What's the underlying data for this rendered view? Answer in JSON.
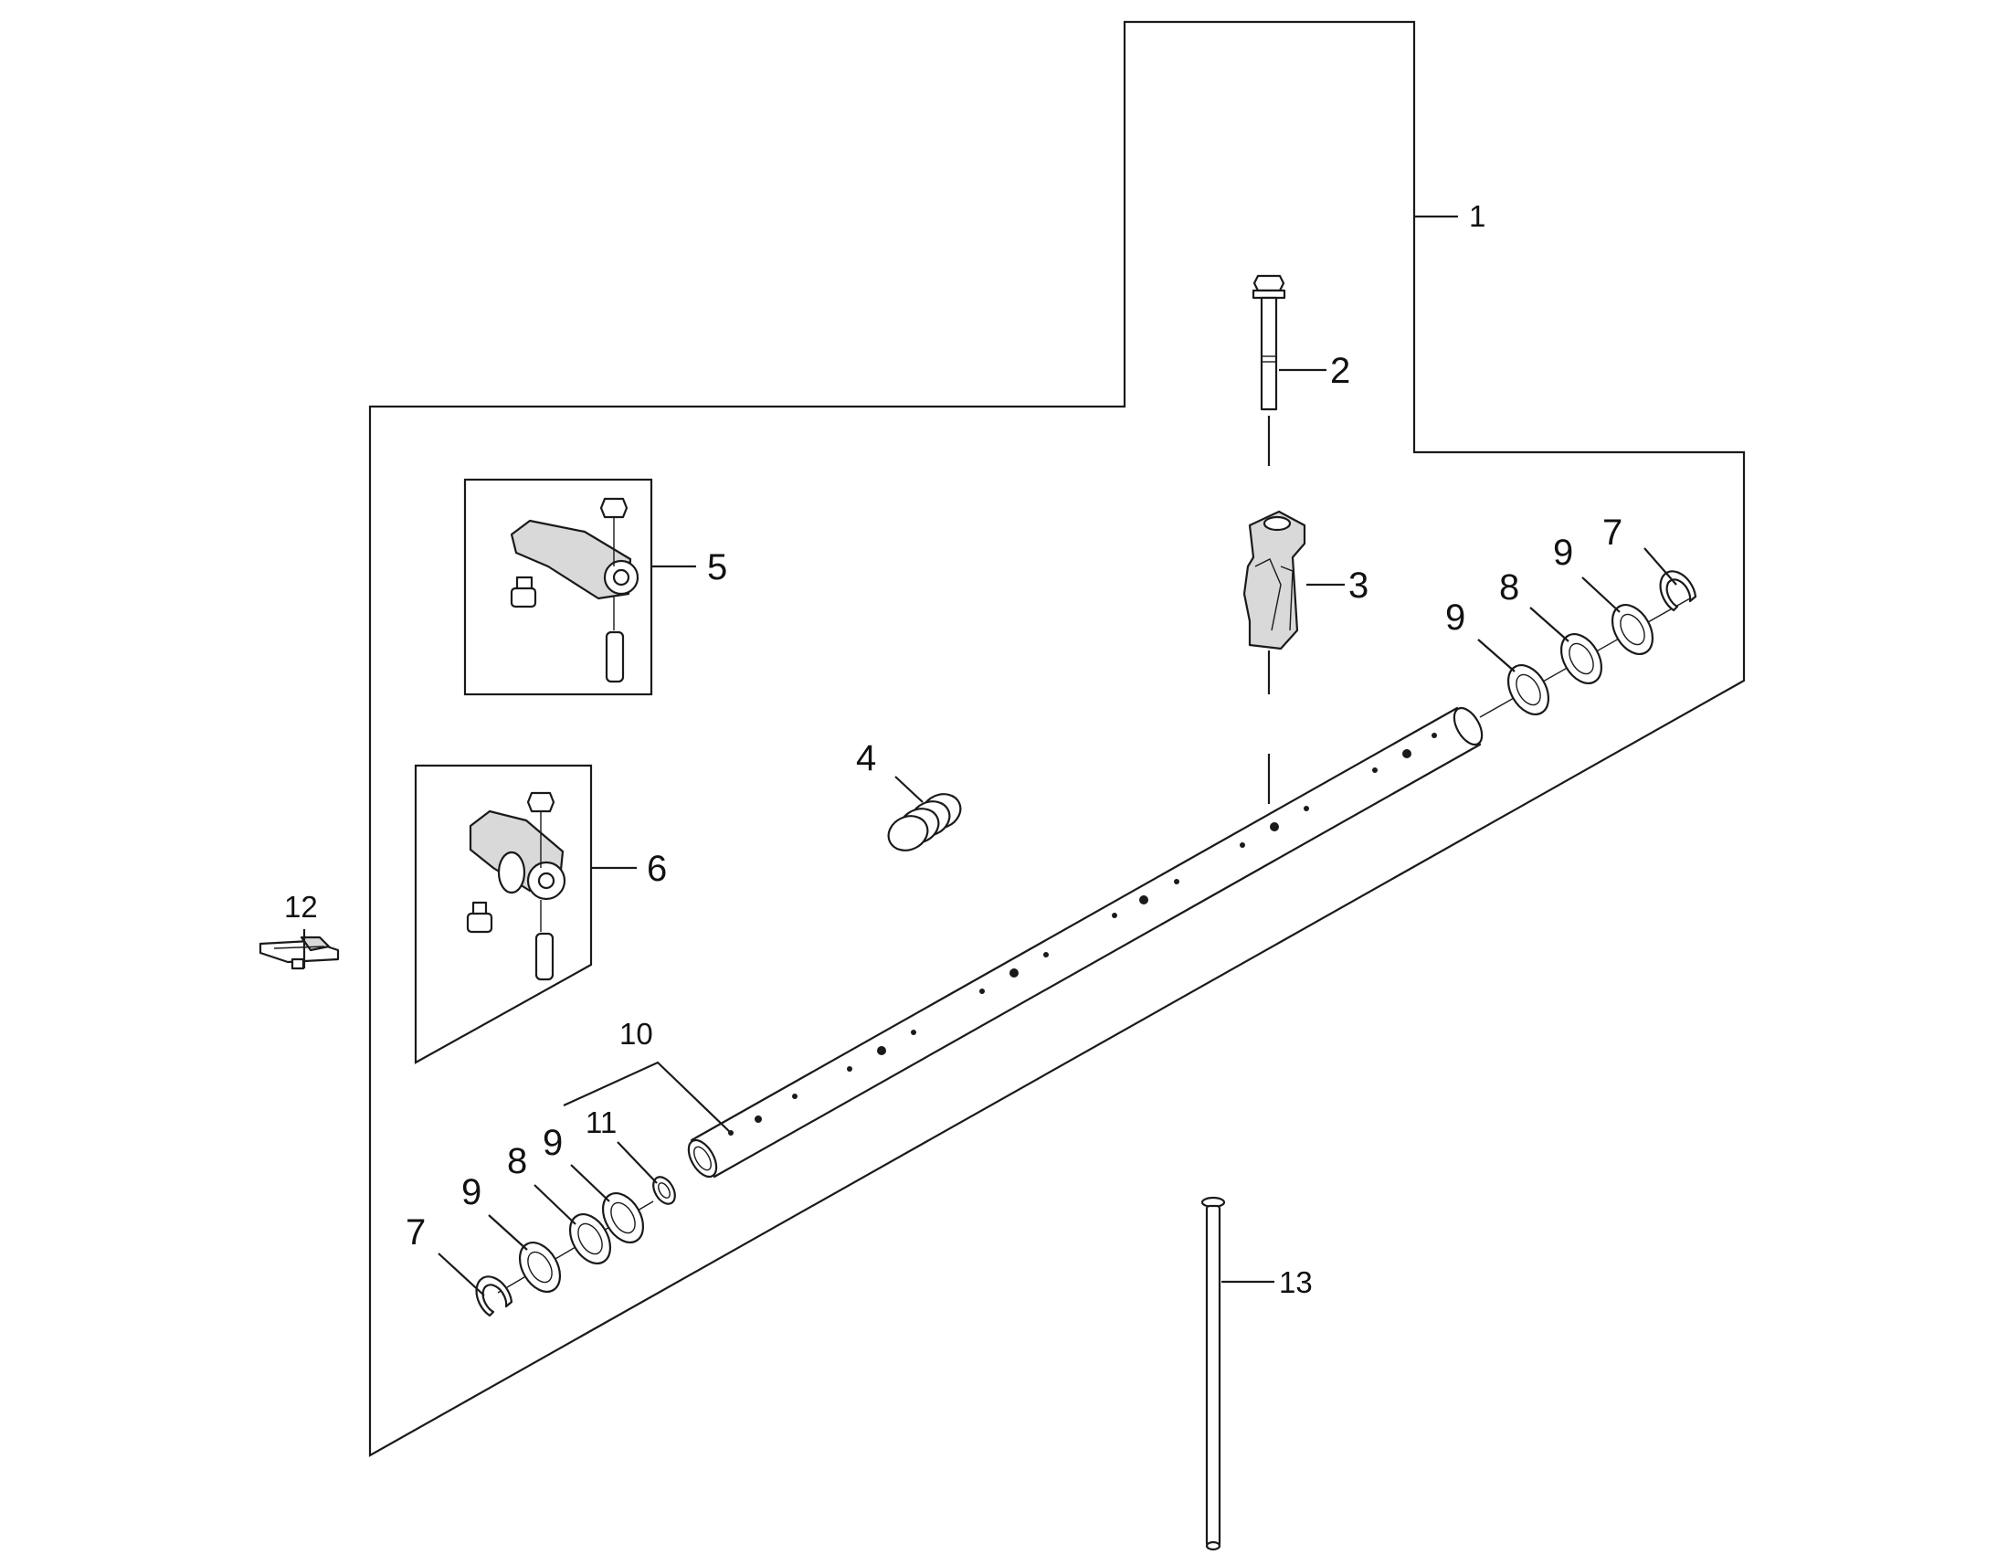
{
  "diagram": {
    "type": "exploded-parts-view",
    "callouts": {
      "c1": "1",
      "c2": "2",
      "c3": "3",
      "c4": "4",
      "c5": "5",
      "c6": "6",
      "c7a": "7",
      "c7b": "7",
      "c8a": "8",
      "c8b": "8",
      "c9a": "9",
      "c9b": "9",
      "c9c": "9",
      "c9d": "9",
      "c10": "10",
      "c11": "11",
      "c12": "12",
      "c13": "13"
    },
    "colors": {
      "line": "#1a1a1a",
      "background": "#ffffff"
    }
  }
}
